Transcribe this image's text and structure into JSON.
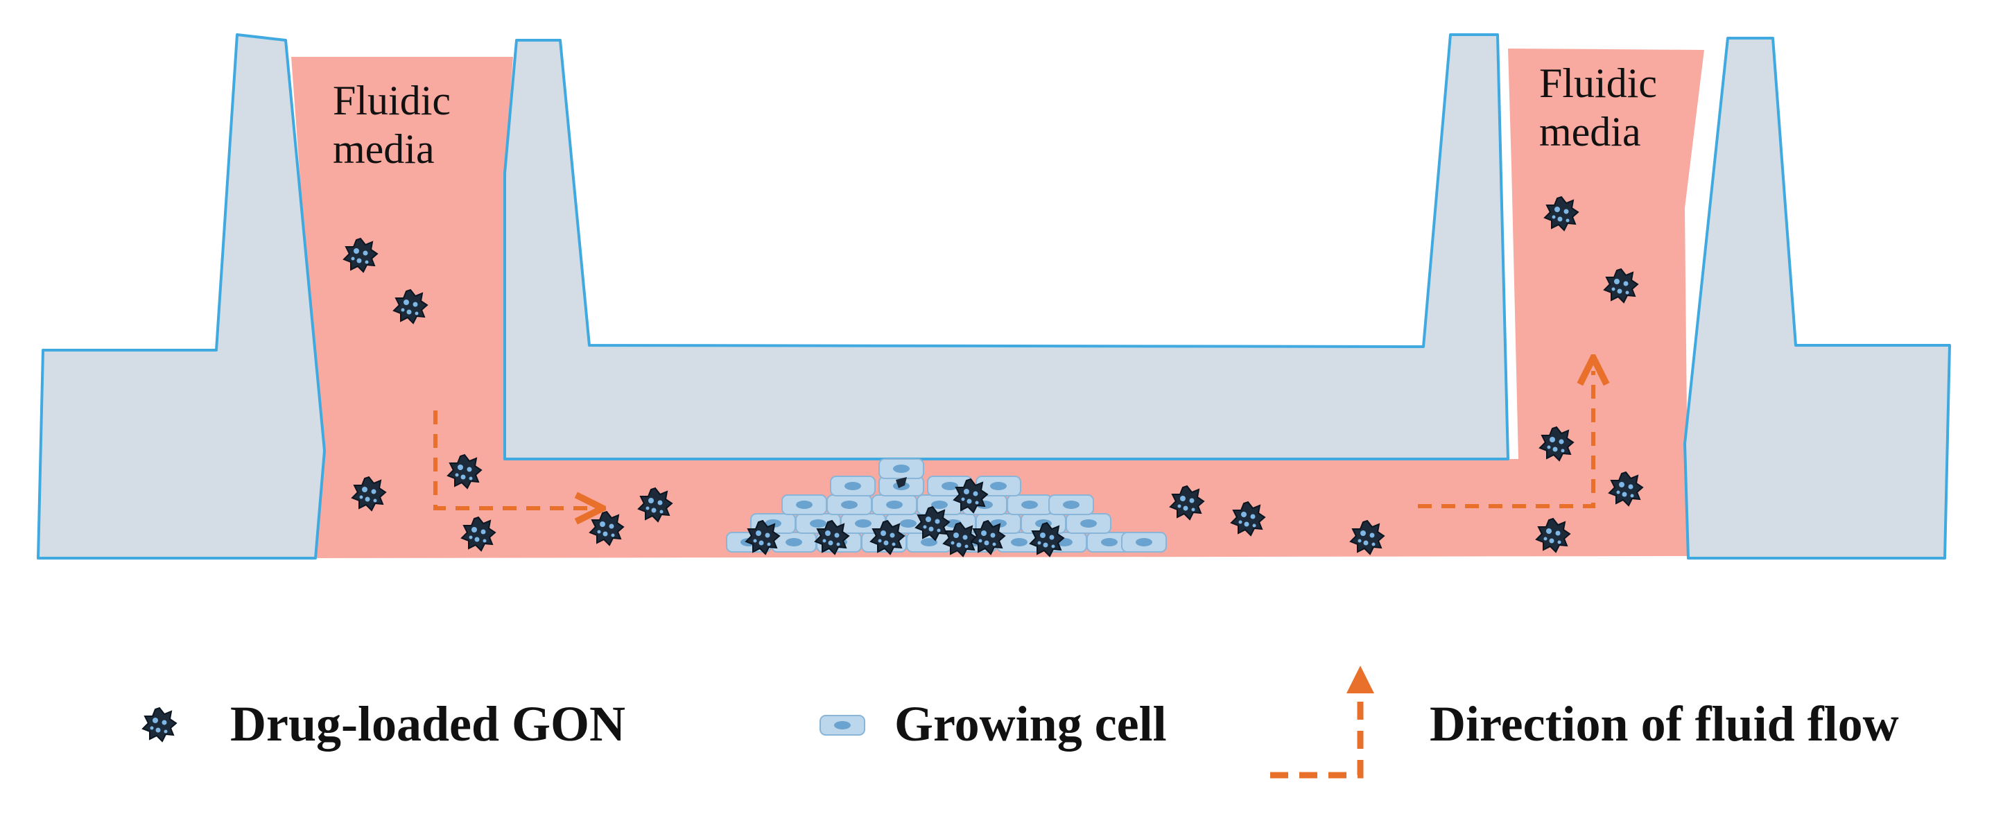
{
  "diagram": {
    "chambers": {
      "left_label_lines": [
        "Fluidic",
        "media"
      ],
      "right_label_lines": [
        "Fluidic",
        "media"
      ]
    },
    "legend": {
      "gon_label": "Drug-loaded GON",
      "cell_label": "Growing cell",
      "flow_label": "Direction of fluid flow"
    },
    "colors": {
      "wall_fill": "#d4dde6",
      "wall_stroke": "#3fa9e0",
      "media_fill": "#f8aaa0",
      "flow_arrow": "#e8702a",
      "gon_fill": "#1c2a3a",
      "cell_fill": "#bcd7ec"
    }
  }
}
